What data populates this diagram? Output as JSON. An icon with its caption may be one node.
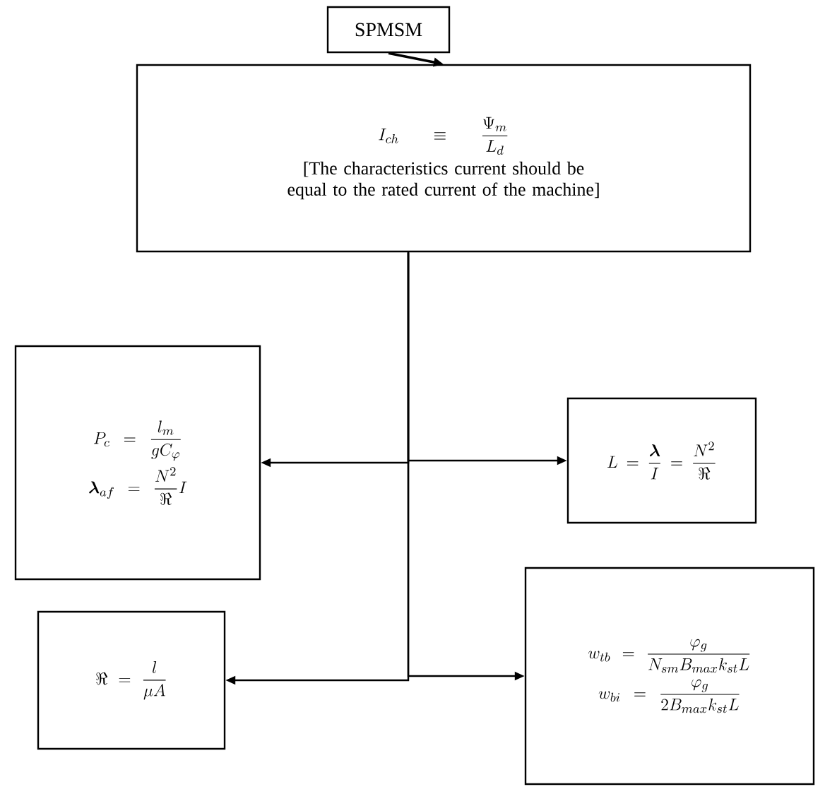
{
  "diagram": {
    "nodes": [
      {
        "text": [
          "SPMSM"
        ]
      },
      {
        "text": [
          "I_{ch} \\equiv \\frac{\\Psi_m}{L_d}",
          "[The characteristics current should be equal to the rated current of the machine]"
        ]
      },
      {
        "text": [
          "P_c = \\frac{l_m}{g C_\\varphi}",
          "\\boldsymbol{\\lambda}_{af} = \\frac{N^2}{\\Re} I"
        ]
      },
      {
        "text": [
          "L = \\frac{\\boldsymbol{\\lambda}}{I} = \\frac{N^2}{\\Re}"
        ]
      },
      {
        "text": [
          "\\Re = \\frac{l}{\\mu A}"
        ]
      },
      {
        "text": [
          "w_{tb} = \\frac{\\varphi_g}{N_{sm} B_{max} k_{st} L}",
          "w_{bi} = \\frac{\\varphi_g}{2 B_{max} k_{st} L}"
        ]
      }
    ],
    "edges": [
      {
        "from": 0,
        "to": 1,
        "arrow": "to"
      },
      {
        "from": 1,
        "to": 2,
        "arrow": "to"
      },
      {
        "from": 1,
        "to": 3,
        "arrow": "to"
      },
      {
        "from": 1,
        "to": 4,
        "arrow": "to"
      },
      {
        "from": 1,
        "to": 5,
        "arrow": "to"
      }
    ]
  }
}
